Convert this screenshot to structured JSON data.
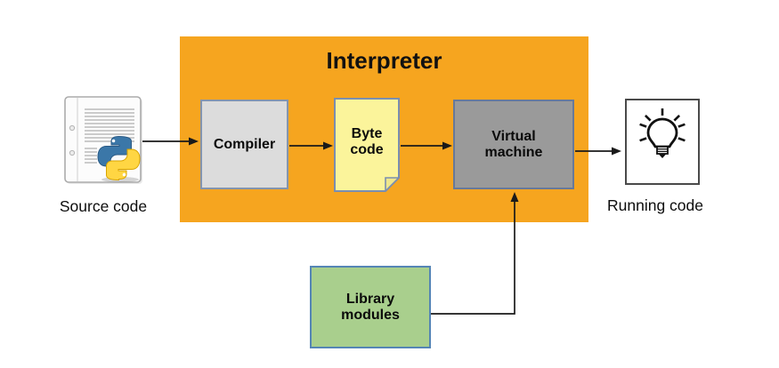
{
  "diagram": {
    "title": "Interpreter",
    "nodes": [
      {
        "id": "source-code",
        "label": "Source code",
        "icon": "python-source-file-icon"
      },
      {
        "id": "compiler",
        "label": "Compiler"
      },
      {
        "id": "byte-code",
        "label": "Byte code"
      },
      {
        "id": "virtual-machine",
        "label": "Virtual machine"
      },
      {
        "id": "running-code",
        "label": "Running code",
        "icon": "lightbulb-icon"
      },
      {
        "id": "library-modules",
        "label": "Library modules"
      }
    ],
    "edges": [
      {
        "from": "source-code",
        "to": "compiler"
      },
      {
        "from": "compiler",
        "to": "byte-code"
      },
      {
        "from": "byte-code",
        "to": "virtual-machine"
      },
      {
        "from": "virtual-machine",
        "to": "running-code"
      },
      {
        "from": "library-modules",
        "to": "virtual-machine"
      }
    ],
    "colors": {
      "interpreter_bg": "#F6A51F",
      "compiler_fill": "#DCDCDC",
      "compiler_border": "#8495AE",
      "byte_code_fill": "#FBF49B",
      "byte_code_fold": "#EFE78C",
      "byte_code_border": "#7A8EB0",
      "vm_fill": "#9A9A9A",
      "vm_border": "#67799A",
      "library_fill": "#A9CF8D",
      "library_border": "#5585B5",
      "running_border": "#4A4A4A",
      "arrow": "#1A1A1A",
      "python_blue": "#3B77A8",
      "python_yellow": "#FFD643"
    }
  }
}
